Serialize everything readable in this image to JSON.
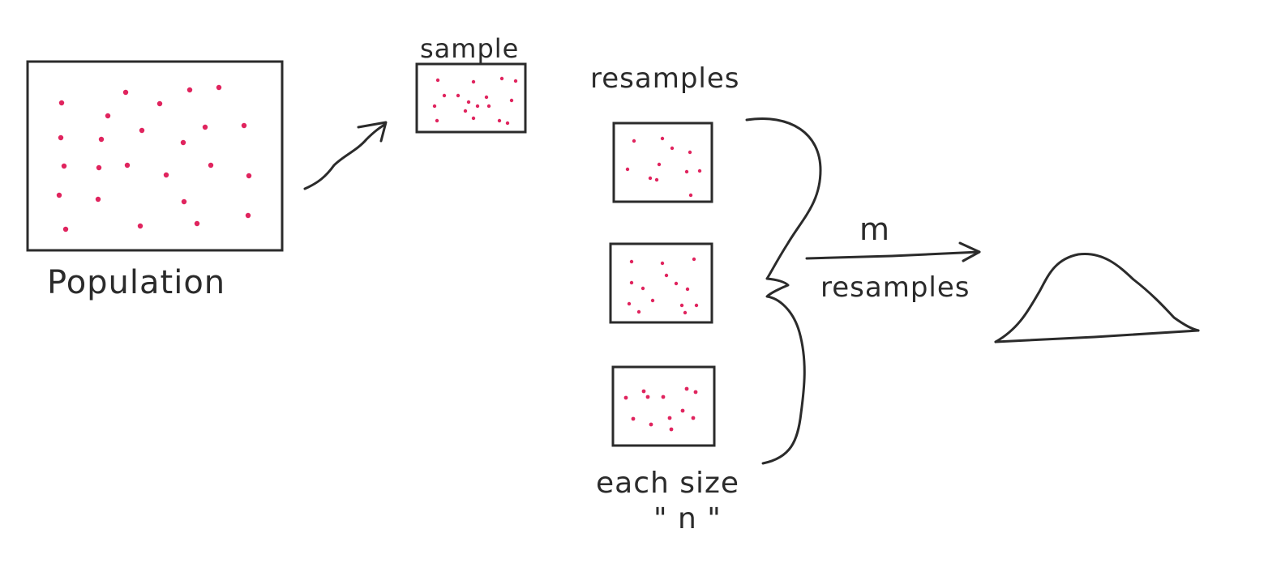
{
  "labels": {
    "population": "Population",
    "sample": "sample",
    "resamples_heading": "resamples",
    "each_size_line1": "each size",
    "each_size_line2": "\" n \"",
    "m": "m",
    "m_resamples": "resamples"
  },
  "colors": {
    "ink": "#2b2b2b",
    "dots": "#e0245e",
    "background": "#ffffff"
  }
}
